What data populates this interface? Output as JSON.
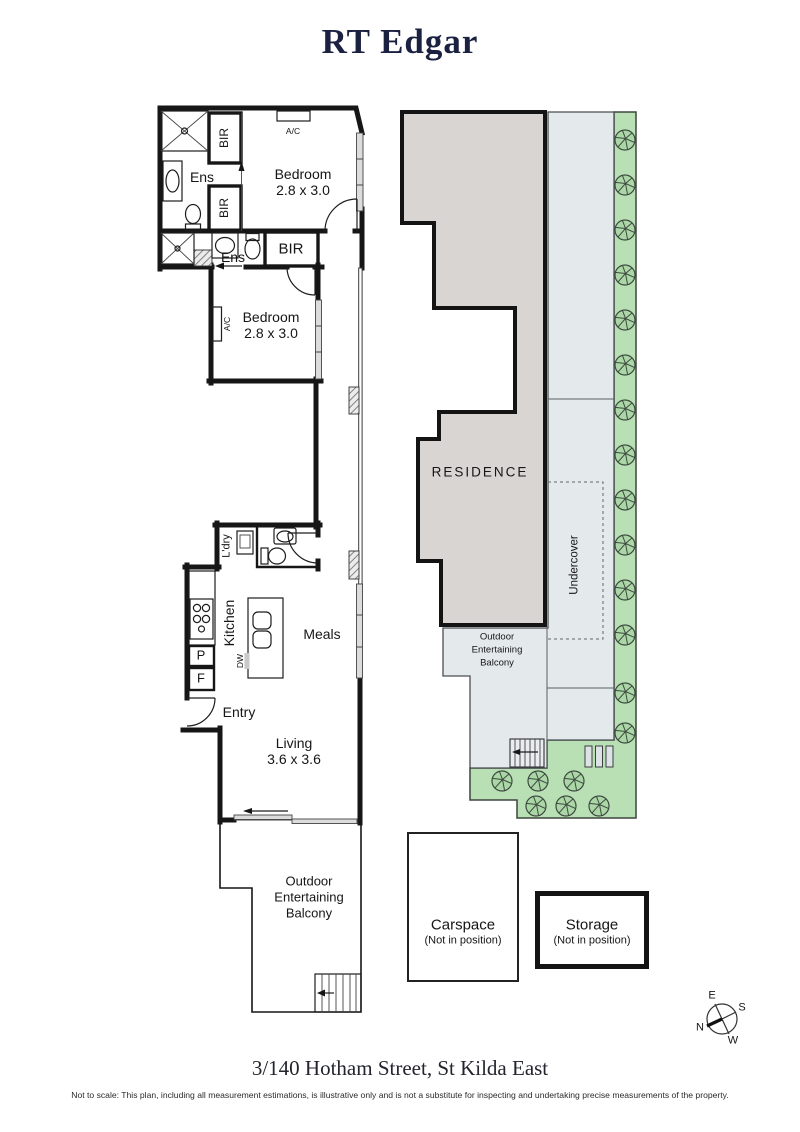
{
  "colors": {
    "wall": "#161616",
    "brand_navy": "#1b2140",
    "residence_fill": "#d8d5d2",
    "paved_fill": "#e4e9ec",
    "garden_fill": "#b9dfb4",
    "tree_fill": "#abd7a6",
    "tree_stroke": "#3d4a40",
    "window_fill": "#dcdcdc"
  },
  "header": {
    "brand": "RT Edgar"
  },
  "floor_plan": {
    "bedroom1": {
      "name": "Bedroom",
      "dims": "2.8 x 3.0"
    },
    "bedroom2": {
      "name": "Bedroom",
      "dims": "2.8 x 3.0"
    },
    "ens1": "Ens",
    "ens2": "Ens",
    "bir1": "BIR",
    "bir2": "BIR",
    "bir3": "BIR",
    "ac1": "A/C",
    "ac2": "A/C",
    "ldry": "L'dry",
    "kitchen": "Kitchen",
    "dw": "DW",
    "pantry": "P",
    "fridge": "F",
    "meals": "Meals",
    "entry": "Entry",
    "living": {
      "name": "Living",
      "dims": "3.6 x 3.6"
    },
    "balcony": {
      "line1": "Outdoor",
      "line2": "Entertaining",
      "line3": "Balcony"
    }
  },
  "site_plan": {
    "residence": "RESIDENCE",
    "undercover": "Undercover",
    "balcony": {
      "line1": "Outdoor",
      "line2": "Entertaining",
      "line3": "Balcony"
    }
  },
  "annex": {
    "carspace": {
      "name": "Carspace",
      "note": "(Not in position)"
    },
    "storage": {
      "name": "Storage",
      "note": "(Not in position)"
    }
  },
  "compass": {
    "n": "N",
    "e": "E",
    "s": "S",
    "w": "W"
  },
  "footer": {
    "address": "3/140 Hotham Street, St Kilda East",
    "disclaimer": "Not to scale: This plan, including all measurement estimations, is illustrative only and is not a substitute for inspecting and undertaking precise measurements of the property."
  }
}
